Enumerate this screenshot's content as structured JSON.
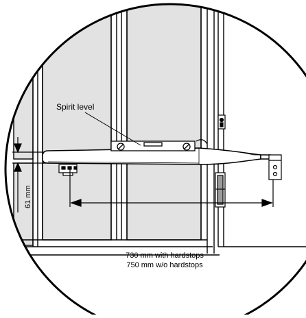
{
  "labels": {
    "spirit_level": "Spirit level",
    "height_dim": "61 mm",
    "length_line_1": "730 mm with hardstops",
    "length_line_2": "750 mm w/o hardstops"
  },
  "colors": {
    "glass": "#e2e2e2",
    "frame": "#ffffff",
    "stroke": "#000000",
    "background": "#ffffff"
  }
}
